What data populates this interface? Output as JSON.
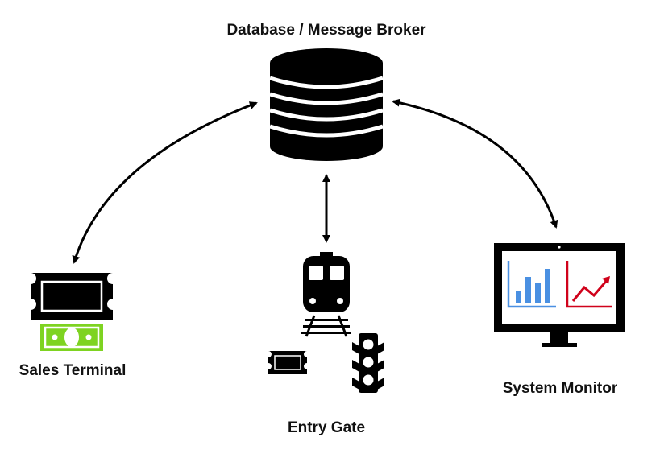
{
  "nodes": {
    "broker": {
      "label": "Database / Message Broker",
      "icon": "database-icon"
    },
    "sales": {
      "label": "Sales Terminal",
      "icons": [
        "ticket-icon",
        "banknote-icon"
      ]
    },
    "gate": {
      "label": "Entry Gate",
      "icons": [
        "train-icon",
        "ticket-icon",
        "traffic-light-icon"
      ]
    },
    "monitor": {
      "label": "System Monitor",
      "icons": [
        "monitor-icon",
        "bar-chart-icon",
        "trend-line-icon"
      ]
    }
  },
  "connections": [
    {
      "from": "broker",
      "to": "sales",
      "arrows": "both"
    },
    {
      "from": "broker",
      "to": "gate",
      "arrows": "both"
    },
    {
      "from": "broker",
      "to": "monitor",
      "arrows": "both"
    }
  ],
  "colors": {
    "ink": "#000000",
    "money_green": "#7ed321",
    "chart_blue": "#4a90e2",
    "chart_red": "#d0021b"
  }
}
